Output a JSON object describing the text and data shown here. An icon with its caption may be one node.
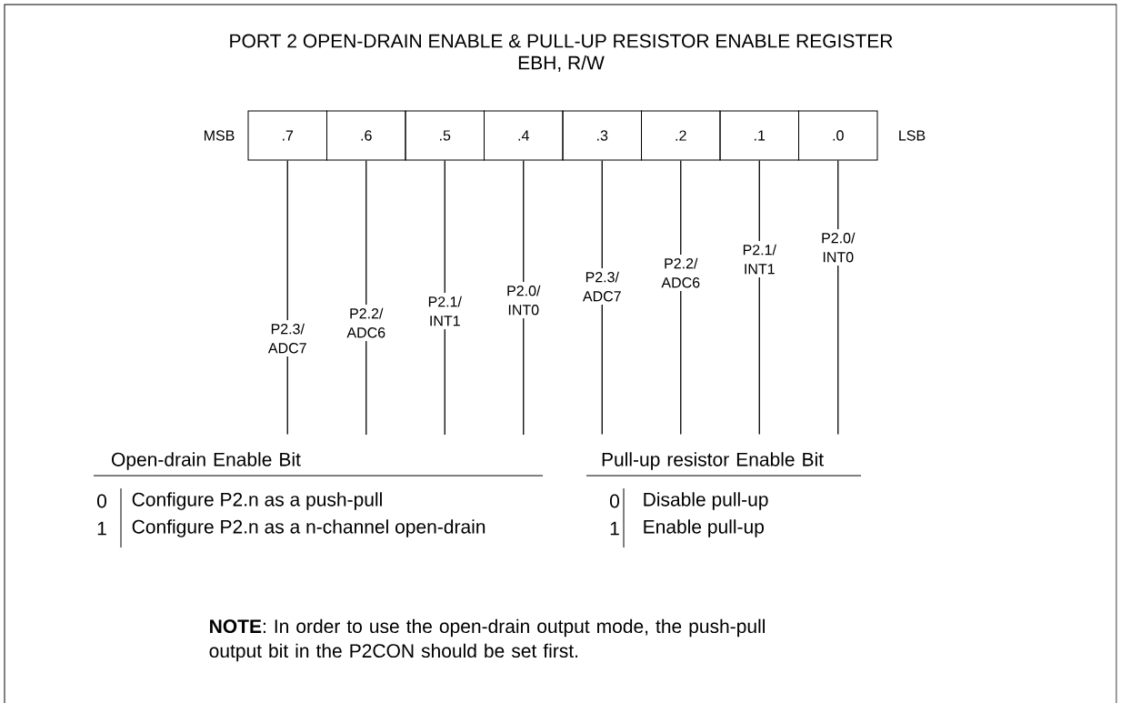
{
  "diagram": {
    "title": "PORT 2 OPEN-DRAIN ENABLE & PULL-UP RESISTOR ENABLE REGISTER",
    "nodes": [
      {
        "text": [
          ".7"
        ]
      },
      {
        "text": [
          ".6"
        ]
      },
      {
        "text": [
          ".5"
        ]
      },
      {
        "text": [
          ".4"
        ]
      },
      {
        "text": [
          ".3"
        ]
      },
      {
        "text": [
          ".2"
        ]
      },
      {
        "text": [
          ".1"
        ]
      },
      {
        "text": [
          ".0"
        ]
      },
      {
        "text": [
          "P2.3/ ADC7"
        ]
      },
      {
        "text": [
          "P2.2/ ADC6"
        ]
      },
      {
        "text": [
          "P2.1/ INT1"
        ]
      },
      {
        "text": [
          "P2.0/ INT0"
        ]
      },
      {
        "text": [
          "P2.3/ ADC7"
        ]
      },
      {
        "text": [
          "P2.2/ ADC6"
        ]
      },
      {
        "text": [
          "P2.1/ INT1"
        ]
      },
      {
        "text": [
          "P2.0/ INT0"
        ]
      },
      {
        "text": [
          "Open-drain Enable Bit"
        ]
      },
      {
        "text": [
          "Pull-up resistor Enable Bit"
        ]
      }
    ],
    "edges": [
      {
        "from": 0,
        "to": 8,
        "arrow": "none"
      },
      {
        "from": 1,
        "to": 9,
        "arrow": "none"
      },
      {
        "from": 2,
        "to": 10,
        "arrow": "none"
      },
      {
        "from": 3,
        "to": 11,
        "arrow": "none"
      },
      {
        "from": 4,
        "to": 12,
        "arrow": "none"
      },
      {
        "from": 5,
        "to": 13,
        "arrow": "none"
      },
      {
        "from": 6,
        "to": 14,
        "arrow": "none"
      },
      {
        "from": 7,
        "to": 15,
        "arrow": "none"
      },
      {
        "from": 8,
        "to": 16,
        "arrow": "none"
      },
      {
        "from": 9,
        "to": null,
        "arrow": "none"
      },
      {
        "from": 10,
        "to": null,
        "arrow": "none"
      },
      {
        "from": 11,
        "to": null,
        "arrow": "none"
      },
      {
        "from": 12,
        "to": 17,
        "arrow": "none"
      },
      {
        "from": 13,
        "to": 17,
        "arrow": "none"
      },
      {
        "from": 14,
        "to": 17,
        "arrow": "none"
      },
      {
        "from": 15,
        "to": 17,
        "arrow": "none"
      }
    ],
    "labels": [
      "EBH, R/W",
      "MSB",
      "LSB",
      "0",
      "Configure P2.n as a push-pull",
      "1",
      "Configure P2.n as a n-channel open-drain",
      "0",
      "Disable pull-up",
      "1",
      "Enable pull-up",
      "**NOTE**: In order to use the open-drain output mode, the push-pull output bit in the P2CON should be set first."
    ]
  }
}
